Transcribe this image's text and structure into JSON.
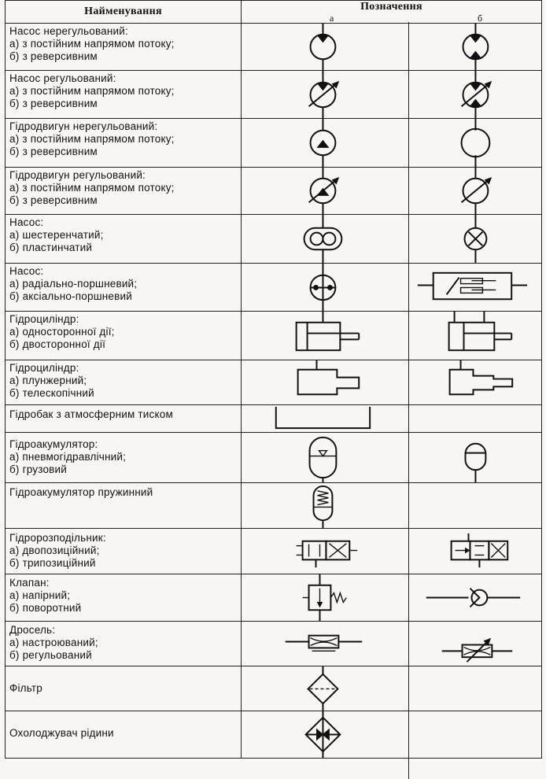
{
  "table": {
    "header_name": "Найменування",
    "header_symbol": "Позначення",
    "sub_a": "а",
    "sub_b": "б",
    "rows": [
      {
        "lines": [
          "Насос нерегульований:",
          "а) з постійним напрямом потоку;",
          "б) з реверсивним"
        ],
        "symbol_a": "pump-fixed-unidirectional",
        "symbol_b": "pump-fixed-reversible"
      },
      {
        "lines": [
          "Насос регульований:",
          "а) з постійним напрямом потоку;",
          "б) з реверсивним"
        ],
        "symbol_a": "pump-variable-unidirectional",
        "symbol_b": "pump-variable-reversible"
      },
      {
        "lines": [
          "Гідродвигун  нерегульований:",
          "а) з постійним напрямом потоку;",
          "б) з реверсивним"
        ],
        "symbol_a": "motor-fixed-unidirectional",
        "symbol_b": "motor-fixed-reversible"
      },
      {
        "lines": [
          "Гідродвигун  регульований:",
          "а) з постійним напрямом потоку;",
          "б) з реверсивним"
        ],
        "symbol_a": "motor-variable-unidirectional",
        "symbol_b": "motor-variable-reversible"
      },
      {
        "lines": [
          "Насос:",
          "а) шестеренчатий;",
          "б) пластинчатий"
        ],
        "symbol_a": "gear-pump",
        "symbol_b": "vane-pump"
      },
      {
        "lines": [
          "Насос:",
          "а) радіально-поршневий;",
          "б) аксіально-поршневий"
        ],
        "symbol_a": "radial-piston-pump",
        "symbol_b": "axial-piston-pump"
      },
      {
        "lines": [
          "Гідроциліндр:",
          "а) односторонної дії;",
          "б) двосторонної дії"
        ],
        "symbol_a": "cylinder-single-acting",
        "symbol_b": "cylinder-double-acting"
      },
      {
        "lines": [
          "Гідроциліндр:",
          "а) плунжерний;",
          "б) телескопічний"
        ],
        "symbol_a": "plunger-cylinder",
        "symbol_b": "telescopic-cylinder"
      },
      {
        "lines": [
          "Гідробак з атмосферним тиском"
        ],
        "symbol_a": "tank",
        "symbol_b": ""
      },
      {
        "lines": [
          "Гідроакумулятор:",
          "а) пневмогідравлічний;",
          "б) грузовий"
        ],
        "symbol_a": "accumulator-gas",
        "symbol_b": "accumulator-weight"
      },
      {
        "lines": [
          "Гідроакумулятор пружинний"
        ],
        "symbol_a": "accumulator-spring",
        "symbol_b": ""
      },
      {
        "lines": [
          "Гідророзподільник:",
          "а) двопозиційний;",
          "б) трипозиційний"
        ],
        "symbol_a": "valve-2-position",
        "symbol_b": "valve-3-position"
      },
      {
        "lines": [
          "Клапан:",
          "а) напірний;",
          "б) поворотний"
        ],
        "symbol_a": "pressure-valve",
        "symbol_b": "check-valve"
      },
      {
        "lines": [
          "Дросель:",
          "а) настроюваний;",
          "б) регульований"
        ],
        "symbol_a": "throttle-adjustable",
        "symbol_b": "throttle-variable"
      },
      {
        "lines": [
          "Фільтр"
        ],
        "symbol_a": "filter",
        "symbol_b": ""
      },
      {
        "lines": [
          "Охолоджувач рідини"
        ],
        "symbol_a": "cooler",
        "symbol_b": ""
      }
    ]
  }
}
